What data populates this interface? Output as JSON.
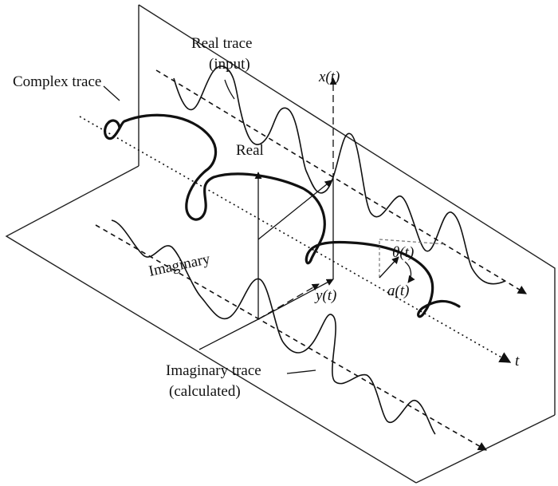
{
  "labels": {
    "real_trace_line1": "Real trace",
    "real_trace_line2": "(input)",
    "complex_trace": "Complex trace",
    "x_t": "x(t)",
    "real_axis": "Real",
    "imaginary_axis": "Imaginary",
    "theta_t": "θ(t)",
    "a_t": "a(t)",
    "y_t": "y(t)",
    "t_axis": "t",
    "imag_trace_line1": "Imaginary trace",
    "imag_trace_line2": "(calculated)"
  }
}
